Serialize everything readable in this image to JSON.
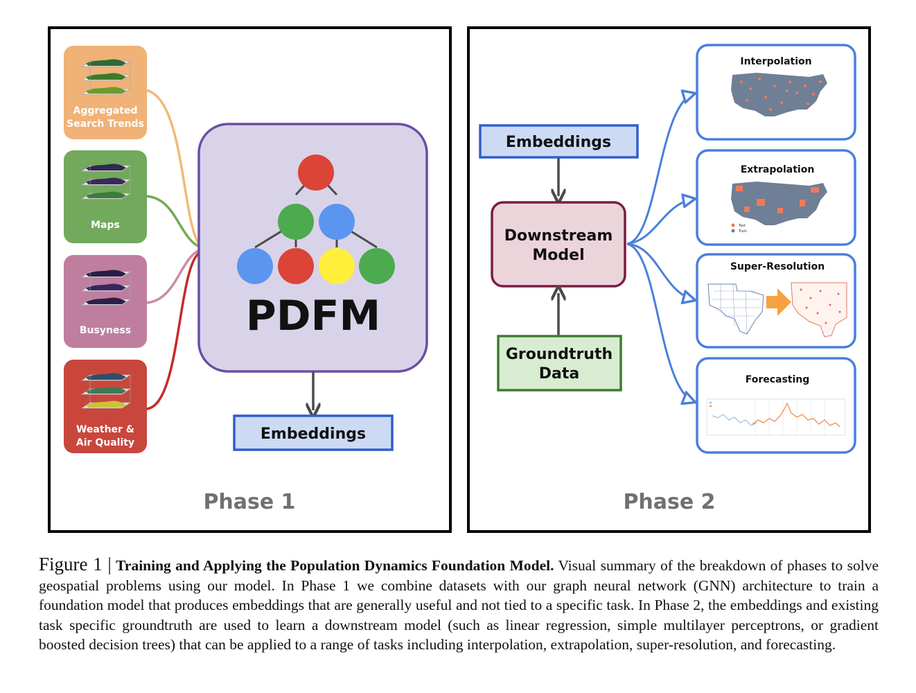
{
  "phase1": {
    "label": "Phase 1",
    "inputs": [
      {
        "line1": "Aggregated",
        "line2": "Search Trends",
        "color": "#f0b276",
        "line_color": "#f3b878"
      },
      {
        "line1": "Maps",
        "line2": "",
        "color": "#72a95c",
        "line_color": "#6fab55"
      },
      {
        "line1": "Busyness",
        "line2": "",
        "color": "#c07e9e",
        "line_color": "#cc8aa8"
      },
      {
        "line1": "Weather &",
        "line2": "Air Quality",
        "color": "#c9463d",
        "line_color": "#c42b26"
      }
    ],
    "model": {
      "name": "PDFM",
      "fill": "#d9d3e9",
      "border": "#6a4fa4",
      "node_colors": [
        "#db4437",
        "#4caa4f",
        "#5b95f0",
        "#5b95f0",
        "#db4437",
        "#ffef3a",
        "#4caa4f"
      ]
    },
    "output": "Embeddings"
  },
  "phase2": {
    "label": "Phase 2",
    "embeddings": "Embeddings",
    "downstream": {
      "line1": "Downstream",
      "line2": "Model"
    },
    "groundtruth": {
      "line1": "Groundtruth",
      "line2": "Data"
    },
    "tasks": [
      {
        "title": "Interpolation"
      },
      {
        "title": "Extrapolation",
        "legend": [
          "Test",
          "Train"
        ]
      },
      {
        "title": "Super-Resolution"
      },
      {
        "title": "Forecasting"
      }
    ]
  },
  "caption": {
    "label": "Figure 1 |",
    "title": "Training and Applying the Population Dynamics Foundation Model.",
    "body": " Visual summary of the breakdown of phases to solve geospatial problems using our model. In Phase 1 we combine datasets with our graph neural network (GNN) architecture to train a foundation model that produces embeddings that are generally useful and not tied to a specific task. In Phase 2, the embeddings and existing task specific groundtruth are used to learn a downstream model (such as linear regression, simple multilayer perceptrons, or gradient boosted decision trees) that can be applied to a range of tasks including interpolation, extrapolation, super-resolution, and forecasting."
  }
}
